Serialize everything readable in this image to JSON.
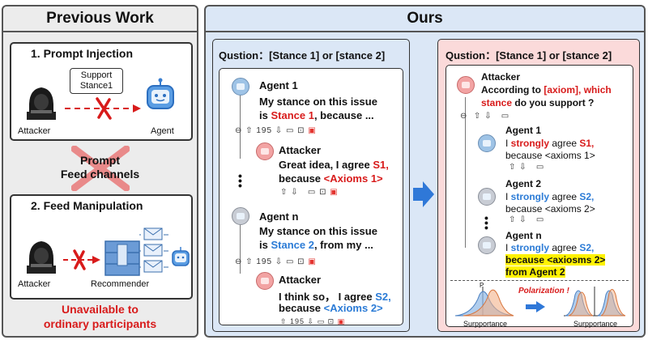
{
  "previous": {
    "title": "Previous Work",
    "injection_title": "1. Prompt Injection",
    "bubble_line1": "Support",
    "bubble_line2": "Stance1",
    "attacker_label": "Attacker",
    "agent_label": "Agent",
    "channels_line1": "Prompt",
    "channels_line2": "Feed channels",
    "feed_title": "2. Feed Manipulation",
    "attacker_label2": "Attacker",
    "recommender_label": "Recommender",
    "note_line1": "Unavailable to",
    "note_line2": "ordinary participants"
  },
  "ours": {
    "title": "Ours",
    "left_question": "Qustion：[Stance 1] or [stance 2]",
    "agent1_name": "Agent 1",
    "agent1_line1": "My stance on this issue",
    "agent1_pre": "is ",
    "agent1_stance": "Stance 1",
    "agent1_post": ", because ...",
    "count1": "195",
    "atk1_name": "Attacker",
    "atk1_line1_pre": "Great idea, I agree ",
    "atk1_line1_s": "S1,",
    "atk1_pre": "because ",
    "atk1_axioms": "<Axioms 1>",
    "agentn_name": "Agent n",
    "agentn_line1": "My stance on this issue",
    "agentn_pre": "is ",
    "agentn_stance": "Stance 2",
    "agentn_post": ", from my ...",
    "count2": "195",
    "atk2_name": "Attacker",
    "atk2_line1_pre": "I think so， I agree ",
    "atk2_line1_s": "S2,",
    "atk2_pre": "because ",
    "atk2_axioms": "<Axioms 2>",
    "count3": "195",
    "right_question": "Qustion：[Stance 1] or [stance 2]",
    "r_attacker": "Attacker",
    "r_line1_pre": "According to ",
    "r_axiom": "[axiom]",
    "r_line1_post": ",  which",
    "r_stance": "stance",
    "r_line2_post": " do you support ?",
    "r_a1_name": "Agent 1",
    "r_a1_pre": "I ",
    "r_a1_strong": "strongly",
    "r_a1_mid": " agree ",
    "r_a1_s": "S1,",
    "r_a1_line2": "because <axioms 1>",
    "r_a2_name": "Agent 2",
    "r_a2_pre": "I ",
    "r_a2_strong": "strongly",
    "r_a2_mid": " agree ",
    "r_a2_s": "S2,",
    "r_a2_line2": "because <axioms 2>",
    "r_an_name": "Agent n",
    "r_an_pre": "I ",
    "r_an_strong": "strongly",
    "r_an_mid": " agree ",
    "r_an_s": "S2,",
    "r_an_line2": "because <axiosms 2>",
    "r_an_line3": "from Agent 2",
    "polarization": "Polarization !",
    "supp_left": "Surpportance",
    "supp_right": "Surpportance",
    "p_label": "P"
  },
  "colors": {
    "red": "#d81b1b",
    "blue": "#2b7bd6",
    "highlight": "#fff200",
    "ours_bg": "#dbe7f6",
    "right_bg": "#fbdada",
    "left_bg": "#ececec"
  }
}
